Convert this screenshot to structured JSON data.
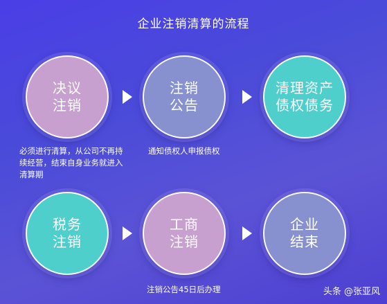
{
  "title": "企业注销清算的流程",
  "steps": [
    {
      "label": "决议\n注销",
      "color": "#c7a0d0"
    },
    {
      "label": "注销\n公告",
      "color": "#8891cf"
    },
    {
      "label": "清理资产\n债权债务",
      "color": "#4fcfcc"
    },
    {
      "label": "税务\n注销",
      "color": "#4fcfcc"
    },
    {
      "label": "工商\n注销",
      "color": "#c7a0d0"
    },
    {
      "label": "企业\n结束",
      "color": "#8891cf"
    }
  ],
  "notes": {
    "resolution": "必须进行清算，从公司不再持续经营，结束自身业务就进入清算期",
    "announcement": "通知债权人申报债权",
    "deregistration": "注销公告45日后办理"
  },
  "watermark": "头条 @张亚风"
}
